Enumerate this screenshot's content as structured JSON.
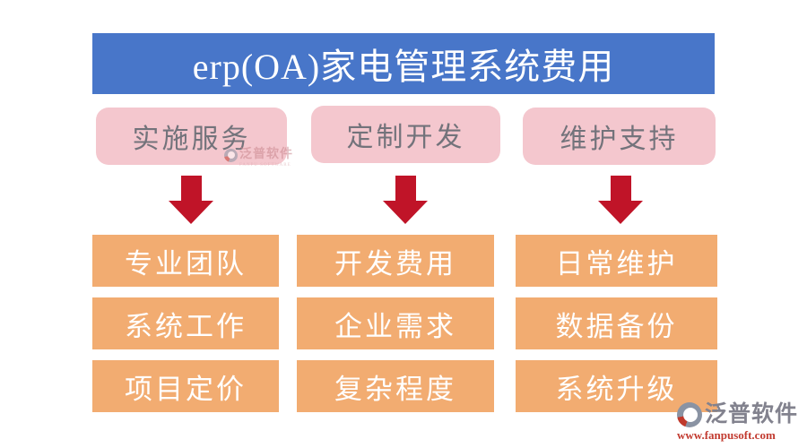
{
  "banner": {
    "title": "erp(OA)家电管理系统费用"
  },
  "columns": [
    {
      "header": "实施服务",
      "items": [
        "专业团队",
        "系统工作",
        "项目定价"
      ]
    },
    {
      "header": "定制开发",
      "items": [
        "开发费用",
        "企业需求",
        "复杂程度"
      ]
    },
    {
      "header": "维护支持",
      "items": [
        "日常维护",
        "数据备份",
        "系统升级"
      ]
    }
  ],
  "watermark": {
    "name": "泛普软件",
    "subtext": "FANPU SOFTWARE"
  },
  "footer": {
    "brand": "泛普软件",
    "url": "www.fanpusoft.com"
  },
  "colors": {
    "banner_bg": "#4876C9",
    "banner_text": "#FFFFFF",
    "header_bg": "#F4C7CE",
    "header_text": "#73737B",
    "item_bg": "#F2AC71",
    "item_text": "#FFFFFF",
    "arrow": "#C01428",
    "watermark_text": "#C9868E",
    "watermark_sub": "#D8A3AA",
    "logo_text": "#82828E",
    "logo_url": "#C23B30",
    "logo_mark_gray": "#8A93A3",
    "logo_mark_red": "#C0392B"
  }
}
